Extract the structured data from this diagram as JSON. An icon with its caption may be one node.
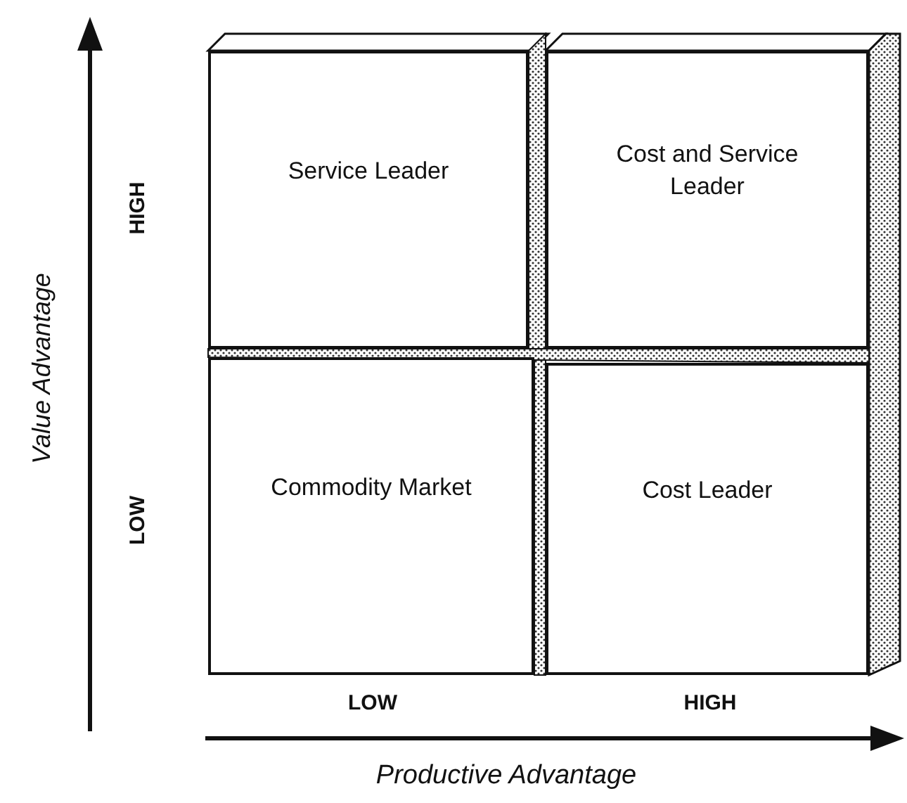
{
  "diagram": {
    "nodes": [
      {
        "text": [
          "Service Leader"
        ]
      },
      {
        "text": [
          "Cost and Service Leader"
        ]
      },
      {
        "text": [
          "Commodity Market"
        ]
      },
      {
        "text": [
          "Cost Leader"
        ]
      }
    ],
    "labels": [
      "Value Advantage",
      "HIGH",
      "LOW",
      "LOW",
      "HIGH",
      "Productive Advantage"
    ]
  }
}
